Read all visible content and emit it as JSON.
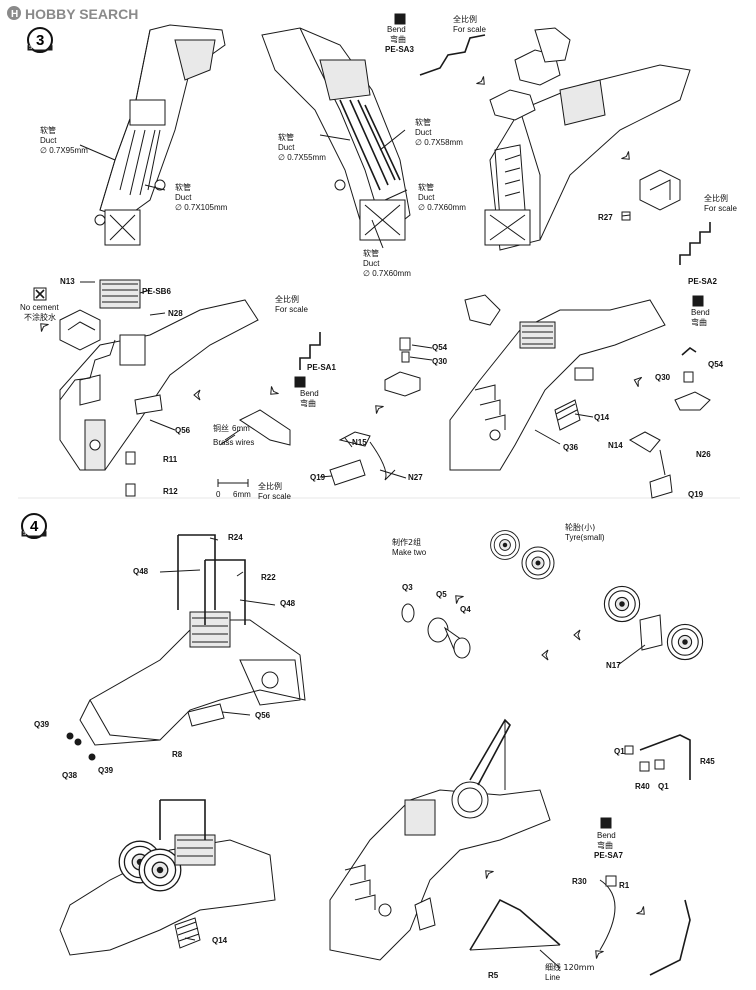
{
  "watermark": "HOBBY SEARCH",
  "steps": [
    {
      "number": "3",
      "caption": "STEP"
    },
    {
      "number": "4",
      "caption": "STEP"
    }
  ],
  "duct_cn": "软管",
  "duct_en": "Duct",
  "duct_sizes": [
    "∅ 0.7X95mm",
    "∅ 0.7X105mm",
    "∅ 0.7X55mm",
    "∅ 0.7X58mm",
    "∅ 0.7X60mm",
    "∅ 0.7X60mm"
  ],
  "scale_cn": "全比例",
  "scale_en": "For scale",
  "bend_en": "Bend",
  "bend_cn": "弯曲",
  "no_cement_en": "No cement",
  "no_cement_cn": "不涂胶水",
  "brass_cn": "铜丝",
  "brass_en": "Brass wires",
  "brass_len": "6mm",
  "ruler_zero": "0",
  "ruler_len": "6mm",
  "make_two_cn": "制作2组",
  "make_two_en": "Make two",
  "tyre_cn": "轮胎(小)",
  "tyre_en": "Tyre(small)",
  "line_cn": "细线 120mm",
  "line_en": "Line",
  "parts": {
    "pe_sa3": "PE-SA3",
    "pe_sa2": "PE-SA2",
    "pe_sa1": "PE-SA1",
    "pe_sb6": "PE-SB6",
    "pe_sa7": "PE-SA7",
    "r27": "R27",
    "n13": "N13",
    "n28": "N28",
    "q56a": "Q56",
    "r11": "R11",
    "r12": "R12",
    "q54a": "Q54",
    "q30a": "Q30",
    "n15": "N15",
    "q19a": "Q19",
    "n27": "N27",
    "q14a": "Q14",
    "q36": "Q36",
    "q30b": "Q30",
    "q54b": "Q54",
    "n14": "N14",
    "n26": "N26",
    "q19b": "Q19",
    "r24": "R24",
    "q48a": "Q48",
    "r22": "R22",
    "q48b": "Q48",
    "q56b": "Q56",
    "q39a": "Q39",
    "r8": "R8",
    "q38": "Q38",
    "q39b": "Q39",
    "q3": "Q3",
    "q5": "Q5",
    "q4": "Q4",
    "n17": "N17",
    "q1": "Q1",
    "r45": "R45",
    "r40": "R40",
    "q1b": "Q1",
    "q14b": "Q14",
    "r30": "R30",
    "r1": "R1",
    "r5": "R5"
  }
}
